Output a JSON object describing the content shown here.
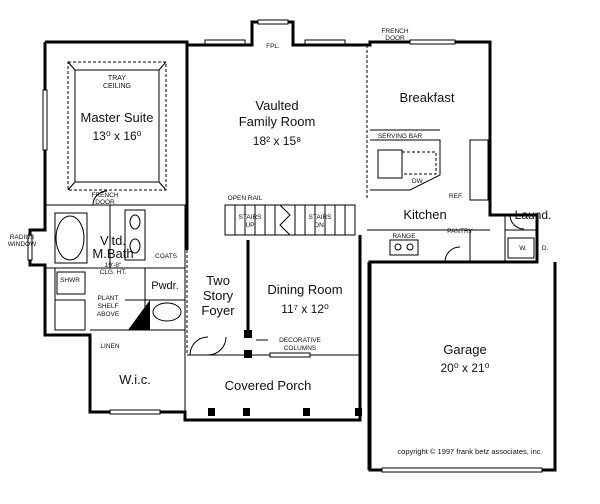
{
  "rooms": {
    "master_suite": {
      "name": "Master Suite",
      "dims": "13⁰ x 16⁰"
    },
    "tray_ceiling": "TRAY\nCEILING",
    "vaulted_family_room": {
      "name1": "Vaulted",
      "name2": "Family Room",
      "dims": "18² x 15⁸"
    },
    "breakfast": "Breakfast",
    "kitchen": "Kitchen",
    "laundry": "Laund.",
    "master_bath": {
      "name1": "Vltd.",
      "name2": "M.Bath",
      "clg": "19'-8\"",
      "clg2": "CLG. HT."
    },
    "two_story_foyer": {
      "name1": "Two",
      "name2": "Story",
      "name3": "Foyer"
    },
    "dining_room": {
      "name": "Dining Room",
      "dims": "11⁷ x 12⁰"
    },
    "garage": {
      "name": "Garage",
      "dims": "20⁰ x 21⁰"
    },
    "covered_porch": "Covered Porch",
    "wic": "W.i.c.",
    "powder": "Pwdr.",
    "shower": "SHWR"
  },
  "notes": {
    "fpl": "FPL.",
    "french_door_top": "FRENCH\nDOOR",
    "french_door_master": "FRENCH\nDOOR",
    "serving_bar": "SERVING BAR",
    "dw": "DW.",
    "ref": "REF.",
    "open_rail": "OPEN RAIL",
    "stairs_up": "STAIRS\nUP",
    "stairs_dn": "STAIRS\nDN.",
    "range": "RANGE",
    "pantry": "PANTRY",
    "w": "W.",
    "d": "D.",
    "radius_window": "RADIUS\nWINDOW",
    "coats": "COATS",
    "plant_shelf": "PLANT\nSHELF\nABOVE",
    "linen": "LINEN",
    "decorative_columns": "DECORATIVE\nCOLUMNS"
  },
  "copyright": "copyright © 1997 frank betz associates, inc."
}
